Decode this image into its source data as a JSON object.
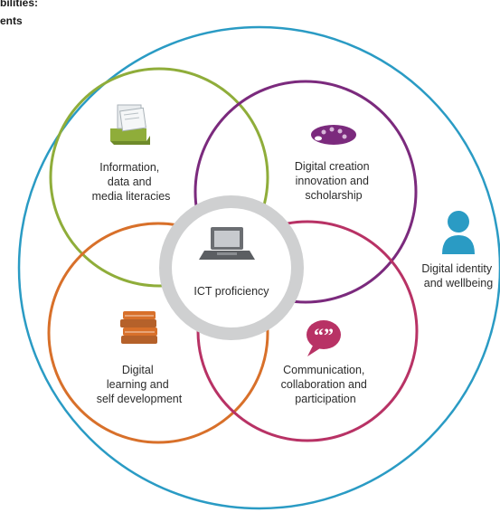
{
  "heading": {
    "line1": "bilities:",
    "line2": "ents"
  },
  "center": {
    "label": "ICT proficiency",
    "icon": "laptop-icon"
  },
  "elements": [
    {
      "id": "info",
      "lines": [
        "Information,",
        "data and",
        "media literacies"
      ],
      "color": "#8fad3a",
      "icon": "card-index-icon"
    },
    {
      "id": "creation",
      "lines": [
        "Digital creation",
        "innovation and",
        "scholarship"
      ],
      "color": "#7b2a7d",
      "icon": "palette-icon"
    },
    {
      "id": "learning",
      "lines": [
        "Digital",
        "learning and",
        "self development"
      ],
      "color": "#d8702a",
      "icon": "books-icon"
    },
    {
      "id": "communication",
      "lines": [
        "Communication,",
        "collaboration and",
        "participation"
      ],
      "color": "#b83265",
      "icon": "speech-bubble-icon"
    }
  ],
  "outer": {
    "lines": [
      "Digital identity",
      "and wellbeing"
    ],
    "color": "#2a9bc4",
    "icon": "person-icon"
  },
  "colors": {
    "center_ring": "#cfd0d1",
    "center_fill": "#ffffff",
    "text": "#2b2b2b"
  }
}
